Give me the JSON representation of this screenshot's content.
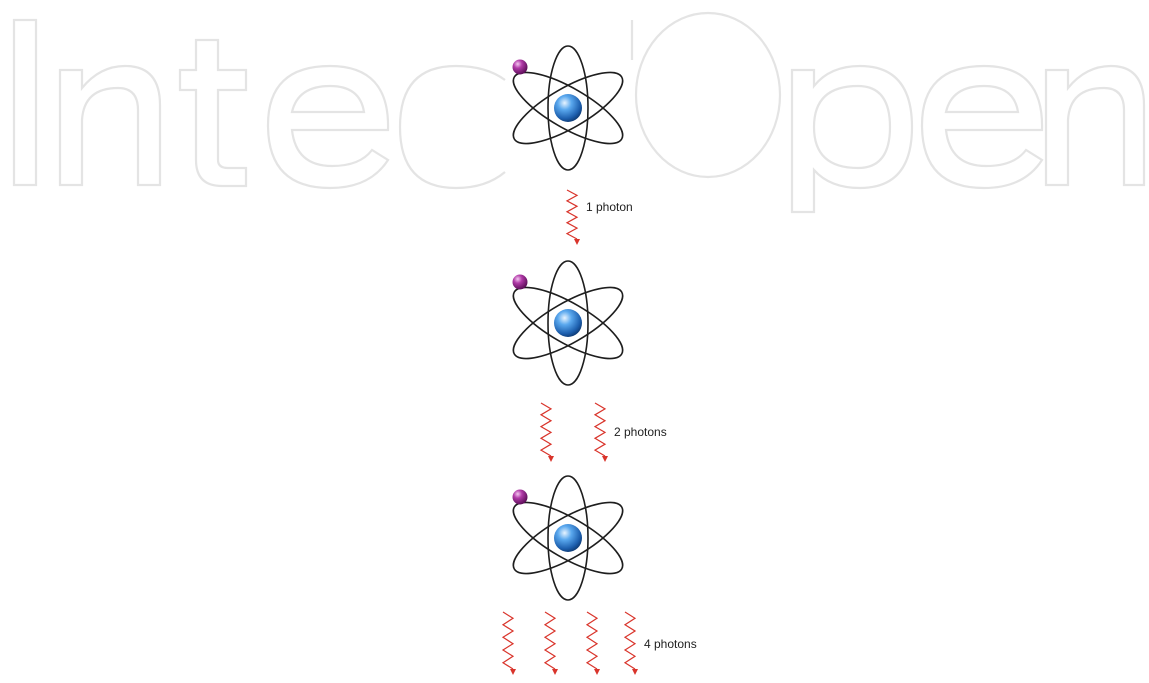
{
  "watermark": {
    "text": "IntechOpen",
    "color": "#e4e4e4"
  },
  "diagram": {
    "orbit_color": "#1e1e1e",
    "nucleus_color": "#2a7fd1",
    "electron_color": "#8e1f8a",
    "photon_color": "#d9342b",
    "stages": [
      {
        "photons": 1,
        "label": "1 photon"
      },
      {
        "photons": 2,
        "label": "2 photons"
      },
      {
        "photons": 4,
        "label": "4 photons"
      }
    ]
  }
}
